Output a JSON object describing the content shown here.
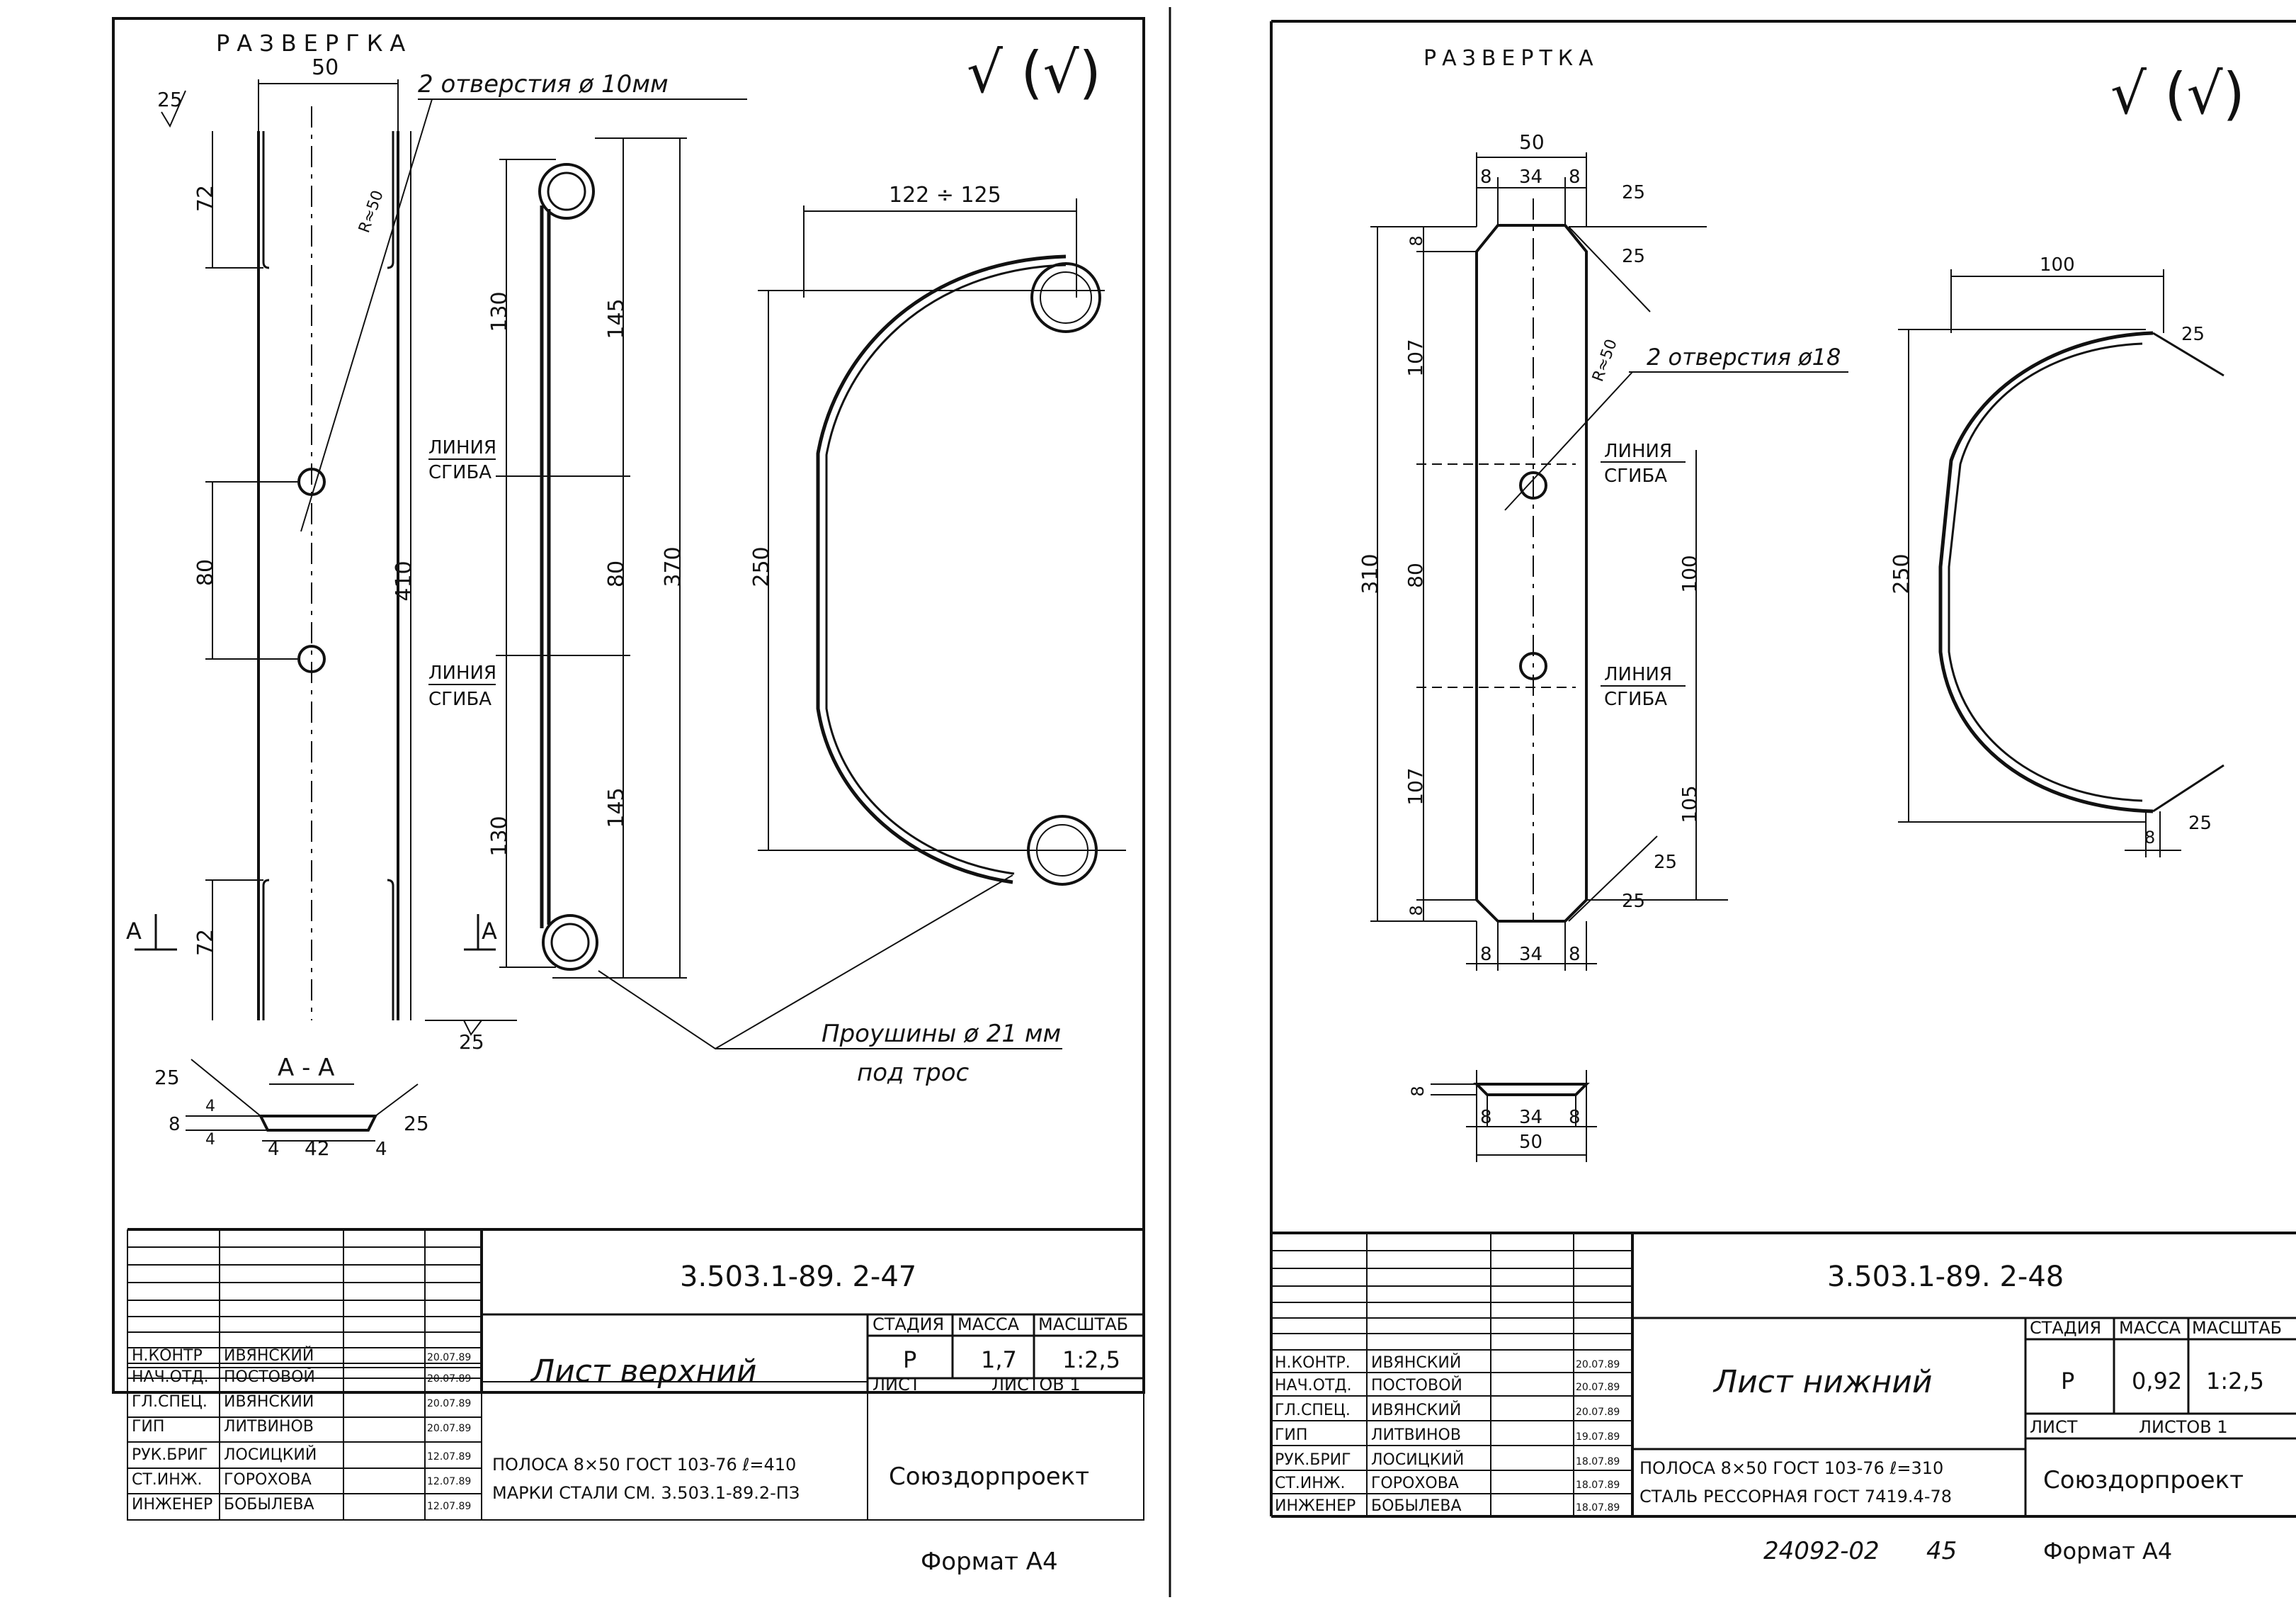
{
  "sheet1": {
    "razvertka_label": "РАЗВЕРГКА",
    "surface_mark": "√ (√)",
    "dims": {
      "width_50": "50",
      "top_72": "72",
      "mid_80": "80",
      "total_410": "410",
      "bottom_72": "72",
      "r_label": "R≈50",
      "bend_130_top": "130",
      "bend_145_top": "145",
      "bend_80": "80",
      "bend_370": "370",
      "bend_145_bottom": "145",
      "bend_130_bottom": "130",
      "arc_range": "122 ÷ 125",
      "arc_250": "250",
      "rough_25_a": "25",
      "rough_25_b": "25",
      "sec_25_a": "25",
      "sec_25_b": "25",
      "sec_8": "8",
      "sec_4_top": "4",
      "sec_4_bottom": "4",
      "sec_4_left": "4",
      "sec_42": "42",
      "sec_4_right": "4"
    },
    "holes_note": "2 отверстия  ø 10мм",
    "bend_line_top": [
      "ЛИНИЯ",
      "СГИБА"
    ],
    "bend_line_bottom": [
      "ЛИНИЯ",
      "СГИБА"
    ],
    "section_mark": "А",
    "section_title": "А - А",
    "eyes_note_1": "Проушины ø 21 мм",
    "eyes_note_2": "под трос",
    "title_block": {
      "code": "3.503.1-89. 2-47",
      "name": "Лист  верхний",
      "stage_header": "СТАДИЯ",
      "mass_header": "МАССА",
      "scale_header": "МАСШТАБ",
      "stage": "Р",
      "mass": "1,7",
      "scale": "1:2,5",
      "sheet_label": "ЛИСТ",
      "sheets_label": "ЛИСТОВ 1",
      "material_1": "ПОЛОСА  8×50 ГОСТ 103-76 ℓ=410",
      "material_2": "МАРКИ СТАЛИ СМ. 3.503.1-89.2-ПЗ",
      "org": "Союздорпроект",
      "people": [
        {
          "role": "Н.КОНТР",
          "name": "ИВЯНСКИЙ",
          "date": "20.07.89"
        },
        {
          "role": "НАЧ.ОТД.",
          "name": "ПОСТОВОЙ",
          "date": "20.07.89"
        },
        {
          "role": "ГЛ.СПЕЦ.",
          "name": "ИВЯНСКИЙ",
          "date": "20.07.89"
        },
        {
          "role": "ГИП",
          "name": "ЛИТВИНОВ",
          "date": "20.07.89"
        },
        {
          "role": "РУК.БРИГ",
          "name": "ЛОСИЦКИЙ",
          "date": "12.07.89"
        },
        {
          "role": "СТ.ИНЖ.",
          "name": "ГОРОХОВА",
          "date": "12.07.89"
        },
        {
          "role": "ИНЖЕНЕР",
          "name": "БОБЫЛЕВА",
          "date": "12.07.89"
        }
      ]
    },
    "format": "Формат А4"
  },
  "sheet2": {
    "razvertka_label": "РАЗВЕРТКА",
    "surface_mark": "√ (√)",
    "dims": {
      "width_50": "50",
      "w_8_left": "8",
      "w_34": "34",
      "w_8_right": "8",
      "top_8": "8",
      "top_107": "107",
      "total_310": "310",
      "mid_80": "80",
      "bottom_107": "107",
      "bottom_8": "8",
      "r_label": "R≈50",
      "right_100": "100",
      "right_105": "105",
      "bottom_w_8_left": "8",
      "bottom_w_34": "34",
      "bottom_w_8_right": "8",
      "arc_100": "100",
      "arc_250": "250",
      "arc_8": "8",
      "rough_25_1": "25",
      "rough_25_2": "25",
      "rough_25_3": "25",
      "rough_25_4": "25",
      "rough_25_5": "25",
      "rough_25_6": "25",
      "sec_8": "8",
      "sec_8_left": "8",
      "sec_34": "34",
      "sec_8_right": "8",
      "sec_50": "50"
    },
    "holes_note": "2 отверстия ø18",
    "bend_line_top": [
      "ЛИНИЯ",
      "СГИБА"
    ],
    "bend_line_bottom": [
      "ЛИНИЯ",
      "СГИБА"
    ],
    "title_block": {
      "code": "3.503.1-89. 2-48",
      "name": "Лист  нижний",
      "stage_header": "СТАДИЯ",
      "mass_header": "МАССА",
      "scale_header": "МАСШТАБ",
      "stage": "Р",
      "mass": "0,92",
      "scale": "1:2,5",
      "sheet_label": "ЛИСТ",
      "sheets_label": "ЛИСТОВ 1",
      "material_1": "ПОЛОСА  8×50 ГОСТ 103-76 ℓ=310",
      "material_2": "СТАЛЬ  РЕССОРНАЯ ГОСТ 7419.4-78",
      "org": "Союздорпроект",
      "people": [
        {
          "role": "Н.КОНТР.",
          "name": "ИВЯНСКИЙ",
          "date": "20.07.89"
        },
        {
          "role": "НАЧ.ОТД.",
          "name": "ПОСТОВОЙ",
          "date": "20.07.89"
        },
        {
          "role": "ГЛ.СПЕЦ.",
          "name": "ИВЯНСКИЙ",
          "date": "20.07.89"
        },
        {
          "role": "ГИП",
          "name": "ЛИТВИНОВ",
          "date": "19.07.89"
        },
        {
          "role": "РУК.БРИГ",
          "name": "ЛОСИЦКИЙ",
          "date": "18.07.89"
        },
        {
          "role": "СТ.ИНЖ.",
          "name": "ГОРОХОВА",
          "date": "18.07.89"
        },
        {
          "role": "ИНЖЕНЕР",
          "name": "БОБЫЛЕВА",
          "date": "18.07.89"
        }
      ]
    },
    "format": "Формат А4",
    "footer_number": "24092-02",
    "page_number": "45"
  }
}
